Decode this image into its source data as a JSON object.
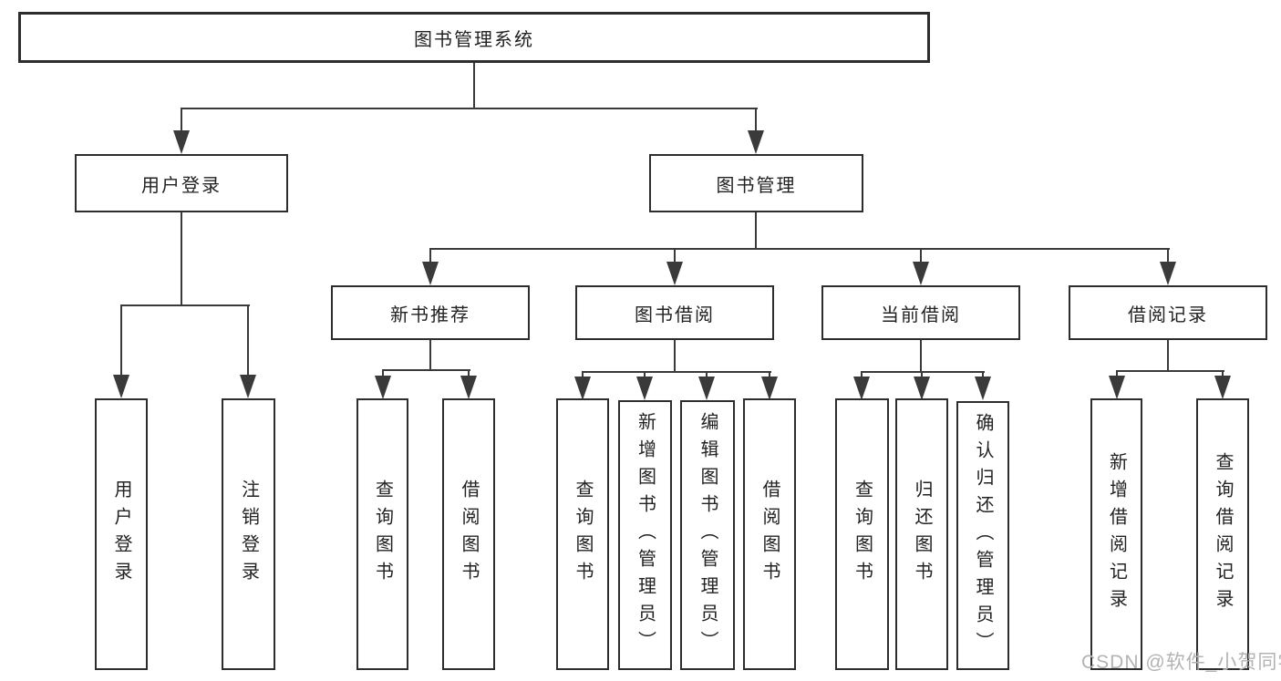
{
  "colors": {
    "line": "#3a3a3a",
    "border": "#2d2d2d",
    "text": "#222222",
    "watermark": "#b3b3b3",
    "bg": "#ffffff"
  },
  "root": {
    "label": "图书管理系统"
  },
  "level2": [
    {
      "label": "用户登录"
    },
    {
      "label": "图书管理"
    }
  ],
  "level3": [
    {
      "label": "新书推荐"
    },
    {
      "label": "图书借阅"
    },
    {
      "label": "当前借阅"
    },
    {
      "label": "借阅记录"
    }
  ],
  "leaves": {
    "login": [
      "用户登录",
      "注销登录"
    ],
    "recommend": [
      "查询图书",
      "借阅图书"
    ],
    "borrow": [
      "查询图书",
      "新增图书（管理员）",
      "编辑图书（管理员）",
      "借阅图书"
    ],
    "current": [
      "查询图书",
      "归还图书",
      "确认归还（管理员）"
    ],
    "records": [
      "新增借阅记录",
      "查询借阅记录"
    ]
  },
  "watermark": {
    "text": "CSDN @软件_小贺同学"
  }
}
